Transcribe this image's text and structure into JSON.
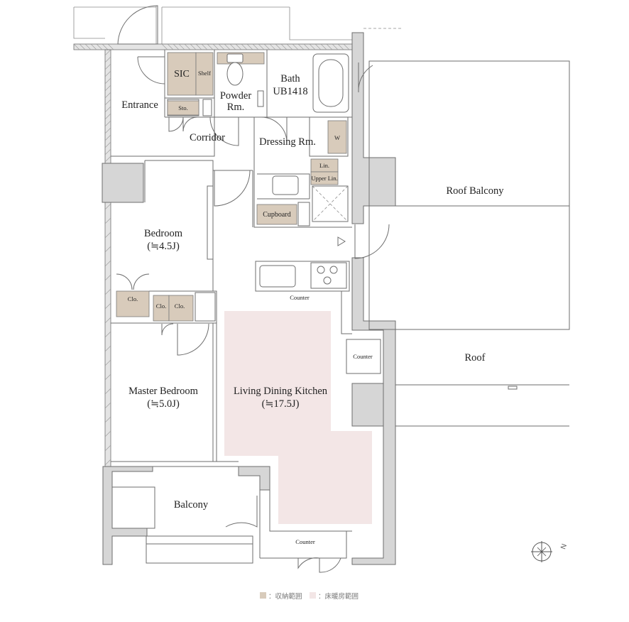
{
  "colors": {
    "storage": "#d8cbbb",
    "floor_heating": "#f3e6e6",
    "wall": "#d6d6d6",
    "line": "#6e6e6e"
  },
  "rooms": {
    "sic": "SIC",
    "shelf": "Shelf",
    "storage_small": "Sto.",
    "entrance": "Entrance",
    "corridor": "Corridor",
    "powder_room_line1": "Powder",
    "powder_room_line2": "Rm.",
    "bath_line1": "Bath",
    "bath_line2": "UB1418",
    "dressing_room": "Dressing Rm.",
    "washer": "W",
    "linen": "Lin.",
    "upper_linen": "Upper Lin.",
    "cupboard": "Cupboard",
    "bedroom_name": "Bedroom",
    "bedroom_size": "(≒4.5J)",
    "closet_bedroom": "Clo.",
    "closet_master_a": "Clo.",
    "closet_master_b": "Clo.",
    "master_bedroom_name": "Master Bedroom",
    "master_bedroom_size": "(≒5.0J)",
    "ldk_name": "Living Dining Kitchen",
    "ldk_size": "(≒17.5J)",
    "kitchen_counter": "Counter",
    "side_counter": "Counter",
    "bottom_counter": "Counter",
    "balcony": "Balcony",
    "roof_balcony": "Roof Balcony",
    "roof": "Roof"
  },
  "compass": {
    "direction": "N"
  },
  "legend": {
    "storage_label": "：収納範囲",
    "floor_heating_label": "：床暖房範囲"
  }
}
